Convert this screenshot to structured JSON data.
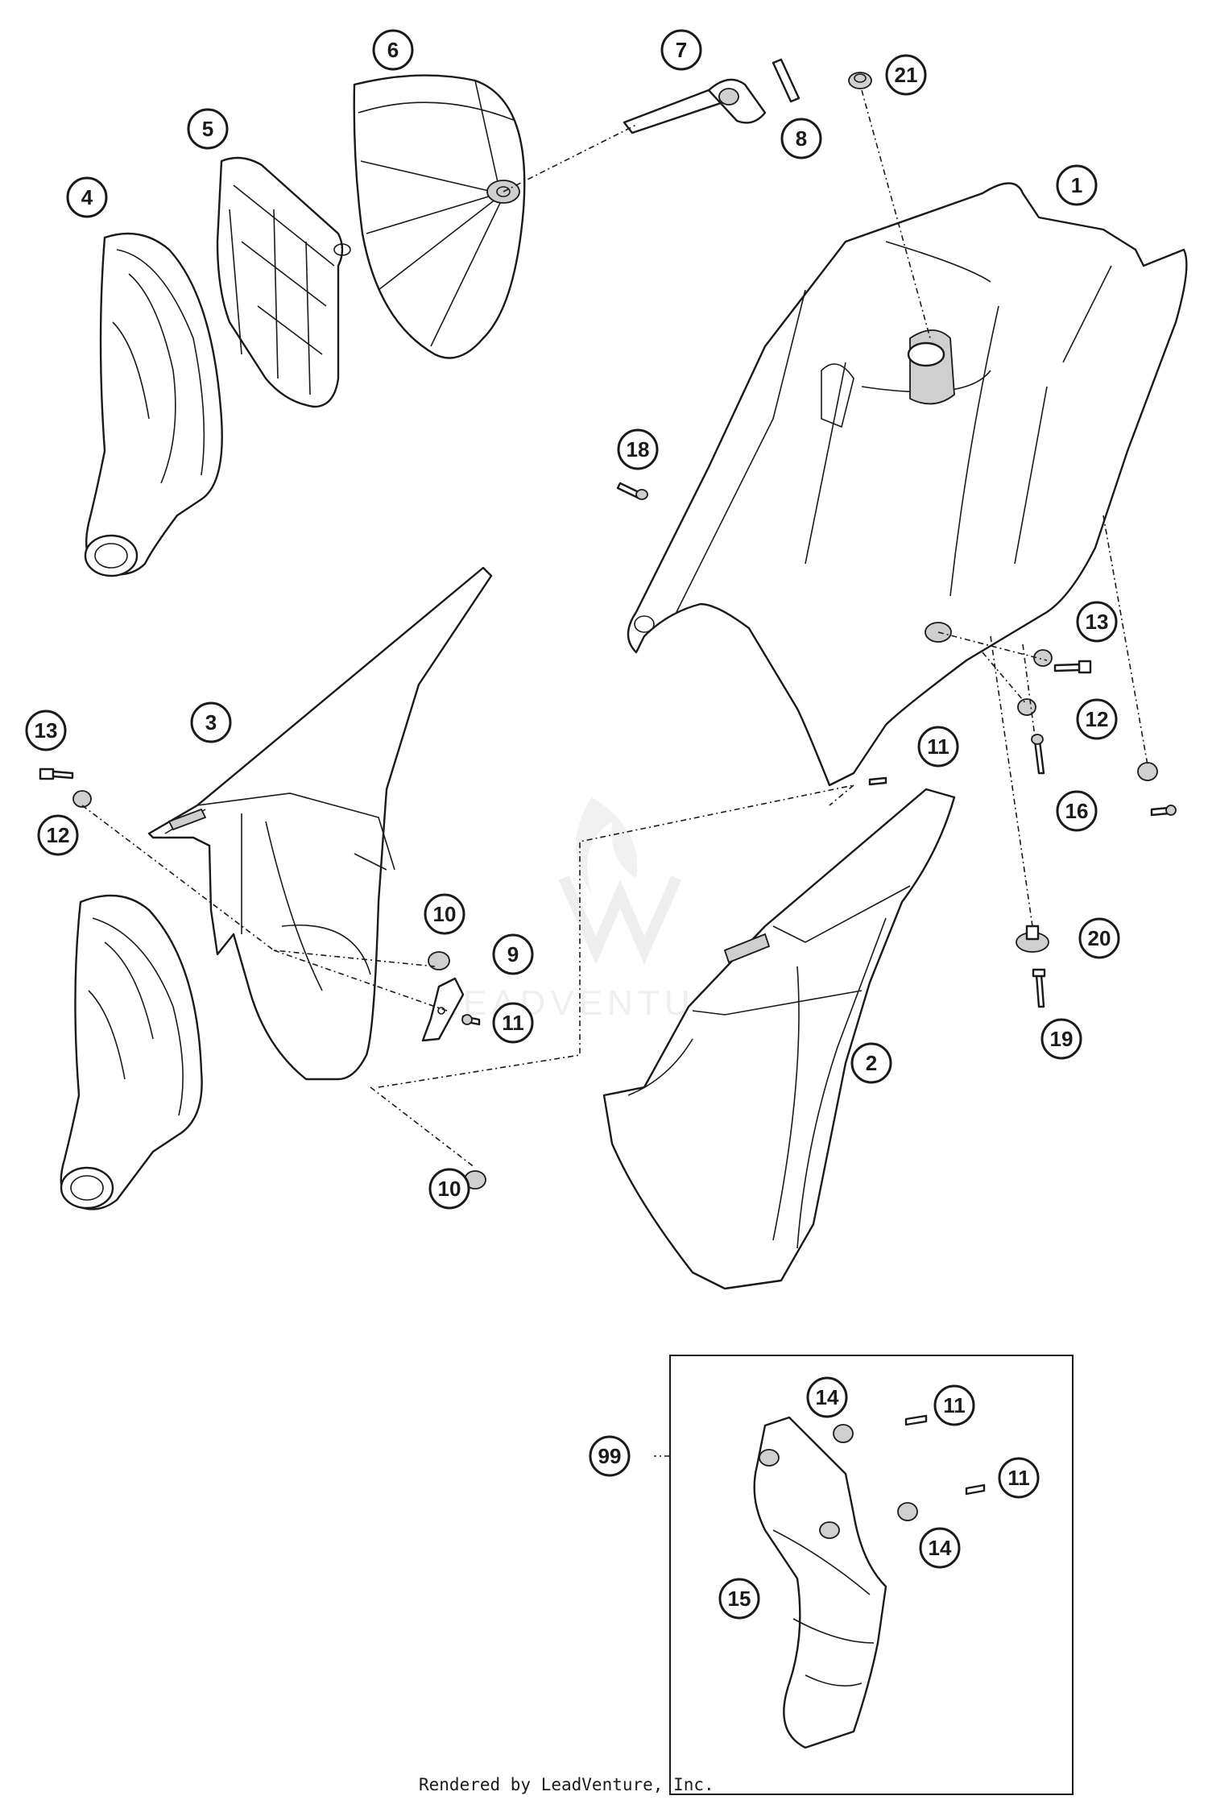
{
  "diagram": {
    "callouts": [
      "1",
      "2",
      "3",
      "4",
      "5",
      "6",
      "7",
      "8",
      "9",
      "10",
      "11",
      "12",
      "13",
      "14",
      "15",
      "16",
      "18",
      "19",
      "20",
      "21",
      "99"
    ],
    "watermark": "LEADVENTURE",
    "credit": "Rendered by LeadVenture, Inc."
  }
}
